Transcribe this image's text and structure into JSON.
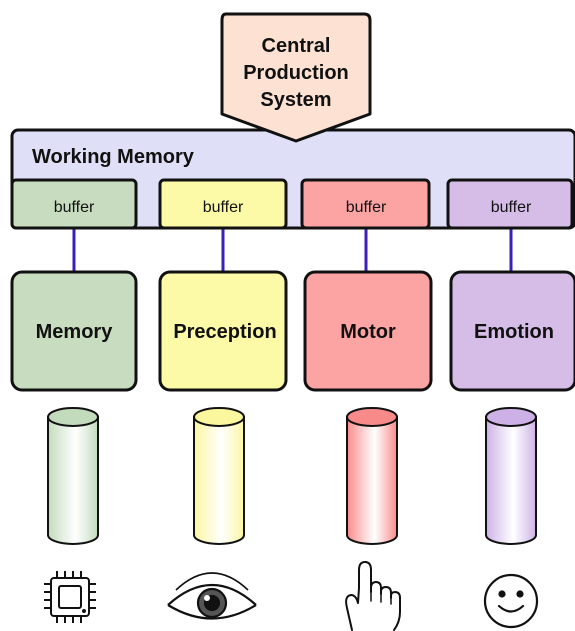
{
  "central": {
    "lines": [
      "Central",
      "Production",
      "System"
    ],
    "fill": "#fde2d4"
  },
  "working_memory": {
    "label": "Working Memory",
    "fill": "#dfe0f7"
  },
  "connector_color": "#3b1fb8",
  "modules": [
    {
      "key": "memory",
      "label": "Memory",
      "buffer_label": "buffer",
      "color": "#c8dcc0",
      "cylinder_color": "#c3dbbd",
      "icon": "cpu-chip-icon"
    },
    {
      "key": "perception",
      "label": "Preception",
      "buffer_label": "buffer",
      "color": "#fcfaa7",
      "cylinder_color": "#fbf79f",
      "icon": "eye-icon"
    },
    {
      "key": "motor",
      "label": "Motor",
      "buffer_label": "buffer",
      "color": "#fca3a3",
      "cylinder_color": "#f98a8a",
      "icon": "pointing-hand-icon"
    },
    {
      "key": "emotion",
      "label": "Emotion",
      "buffer_label": "buffer",
      "color": "#d5bde8",
      "cylinder_color": "#cdb1e6",
      "icon": "smiley-face-icon"
    }
  ]
}
